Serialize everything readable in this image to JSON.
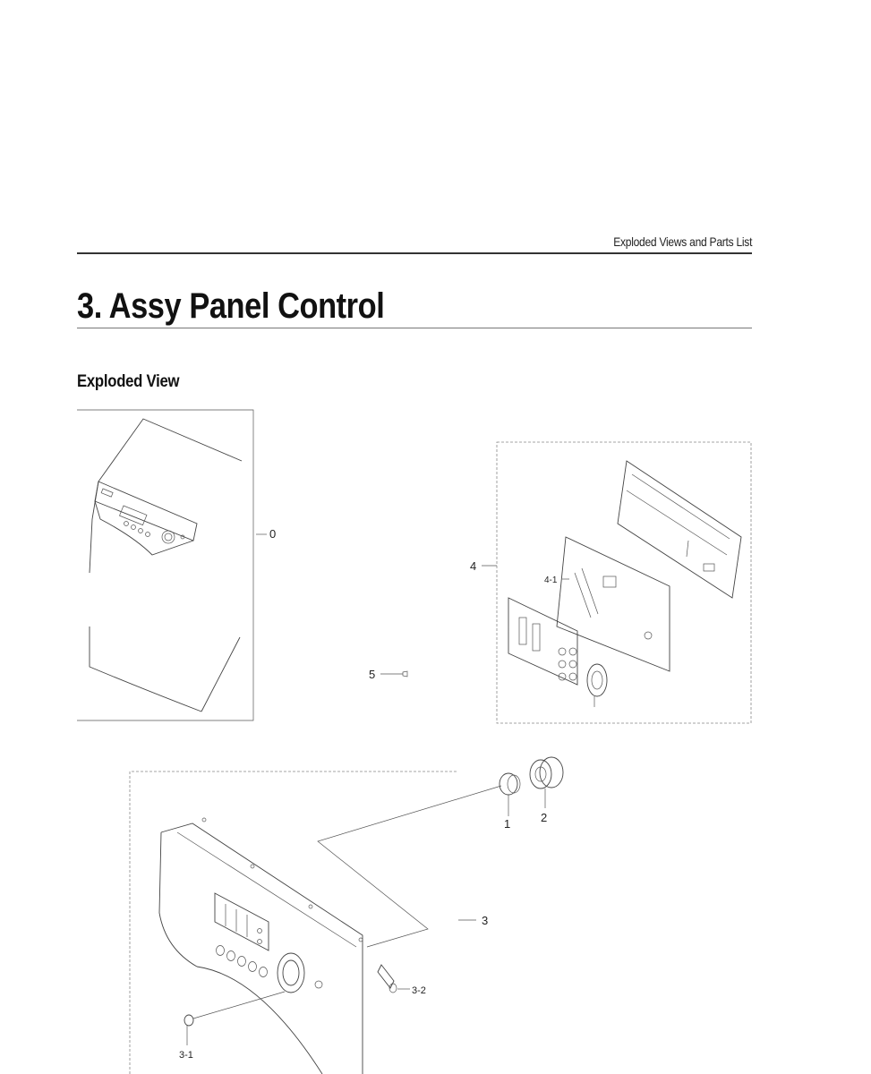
{
  "header": {
    "section": "Exploded Views and Parts List"
  },
  "page": {
    "title": "3.  Assy Panel Control",
    "subtitle": "Exploded View"
  },
  "callouts": {
    "c0": "0",
    "c1": "1",
    "c2": "2",
    "c3": "3",
    "c3_1": "3-1",
    "c3_2": "3-2",
    "c4": "4",
    "c4_1": "4-1",
    "c5": "5"
  }
}
